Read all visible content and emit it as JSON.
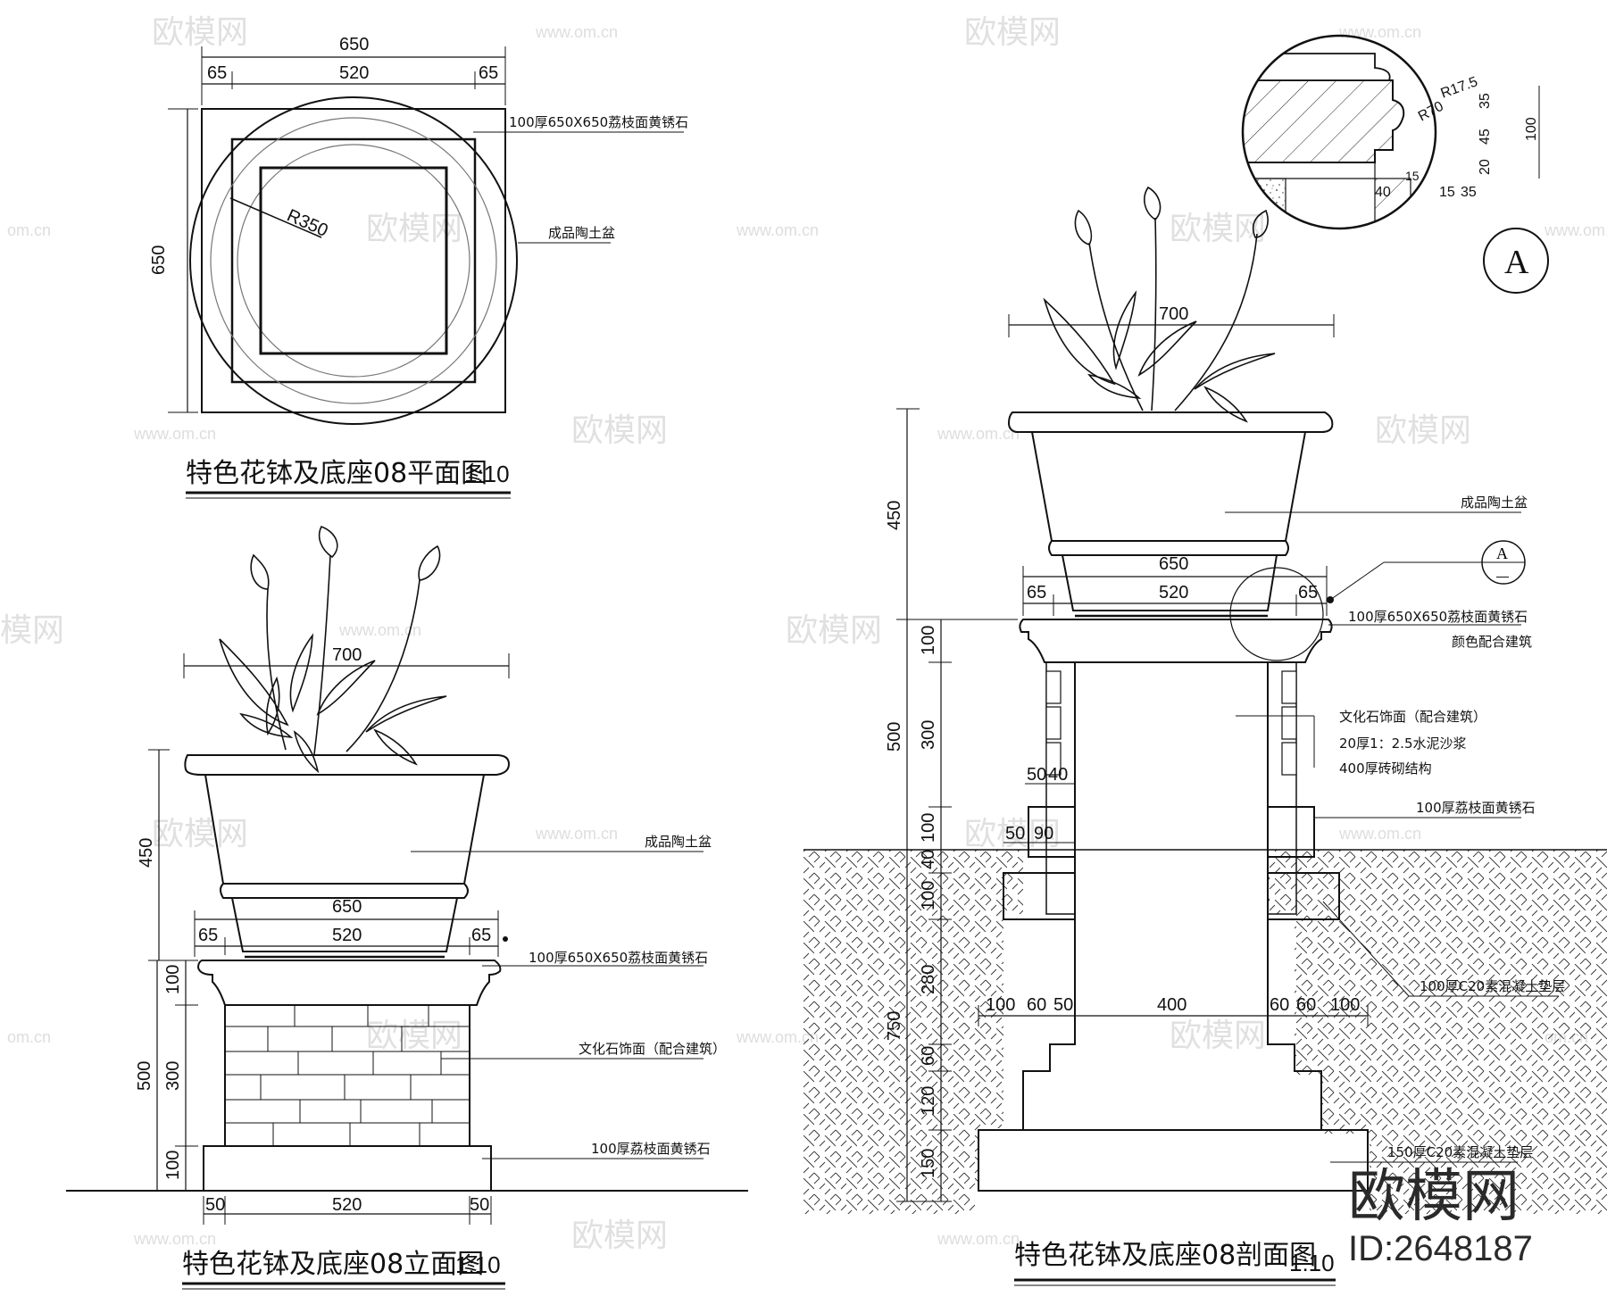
{
  "brand": {
    "logo": "欧模网",
    "id": "ID:2648187"
  },
  "watermark": {
    "text": "欧模网",
    "url": "www.om.cn",
    "url_short": "om.cn",
    "partial": "模网"
  },
  "plan": {
    "title": "特色花钵及底座08平面图",
    "scale": "1:10",
    "dims": {
      "overall": "650",
      "side_left": "65",
      "middle": "520",
      "side_right": "65",
      "height": "650",
      "radius": "R350"
    },
    "labels": {
      "slab": "100厚650X650荔枝面黄锈石",
      "pot": "成品陶土盆"
    }
  },
  "elevation": {
    "title": "特色花钵及底座08立面图",
    "scale": "1:10",
    "dims": {
      "plant_width": "700",
      "overall": "650",
      "side_left": "65",
      "middle": "520",
      "side_right": "65",
      "pot_height": "450",
      "cap": "100",
      "body": "300",
      "total_base": "500",
      "bottom": "100",
      "foot_left": "50",
      "foot_middle": "520",
      "foot_right": "50"
    },
    "labels": {
      "pot": "成品陶土盆",
      "cap": "100厚650X650荔枝面黄锈石",
      "facing": "文化石饰面（配合建筑）",
      "base": "100厚荔枝面黄锈石"
    }
  },
  "section": {
    "title": "特色花钵及底座08剖面图",
    "scale": "1:10",
    "dims": {
      "plant_width": "700",
      "overall": "650",
      "side_left": "65",
      "middle": "520",
      "side_right": "65",
      "pot_height": "450",
      "cap": "100",
      "body": "300",
      "total_base": "500",
      "bottom": "100",
      "d40": "40",
      "d100b": "100",
      "d280": "280",
      "total_below": "750",
      "d60": "60",
      "d120": "120",
      "d150": "150",
      "step_a": "50",
      "step_b": "40",
      "step_c": "50",
      "step_d": "90",
      "foot_a": "100",
      "foot_b": "60",
      "foot_c": "50",
      "foot_core": "400",
      "foot_d": "60",
      "foot_e": "60",
      "foot_f": "100"
    },
    "labels": {
      "pot": "成品陶土盆",
      "cap_line1": "100厚650X650荔枝面黄锈石",
      "cap_line2": "颜色配合建筑",
      "facing": "文化石饰面（配合建筑）",
      "mortar": "20厚1：2.5水泥沙浆",
      "brick": "400厚砖砌结构",
      "base": "100厚荔枝面黄锈石",
      "pad1": "100厚C20素混凝土垫层",
      "pad2": "150厚C20素混凝土垫层"
    },
    "callout": {
      "letter": "A",
      "sub": "—"
    }
  },
  "detail": {
    "letter": "A",
    "dims": {
      "r_small": "R17.5",
      "r_large": "R70",
      "h35": "35",
      "h45": "45",
      "h20": "20",
      "h100": "100",
      "w40": "40",
      "w15a": "15",
      "w15b": "15",
      "w35": "35"
    }
  }
}
